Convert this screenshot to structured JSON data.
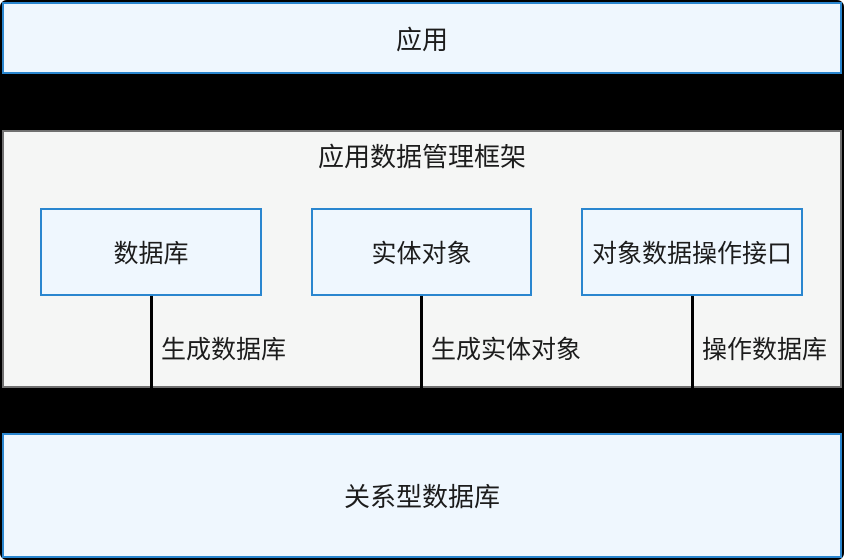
{
  "diagram": {
    "top_box": {
      "label": "应用"
    },
    "framework": {
      "title": "应用数据管理框架",
      "boxes": [
        {
          "label": "数据库",
          "connector_label": "生成数据库"
        },
        {
          "label": "实体对象",
          "connector_label": "生成实体对象"
        },
        {
          "label": "对象数据操作接口",
          "connector_label": "操作数据库"
        }
      ]
    },
    "bottom_box": {
      "label": "关系型数据库"
    },
    "colors": {
      "box_border": "#2a86cf",
      "box_fill": "#eff7fe",
      "panel_border": "#707070",
      "panel_fill": "#f5f6f5",
      "separator_band": "#000000",
      "text": "#1c1c1c"
    }
  }
}
